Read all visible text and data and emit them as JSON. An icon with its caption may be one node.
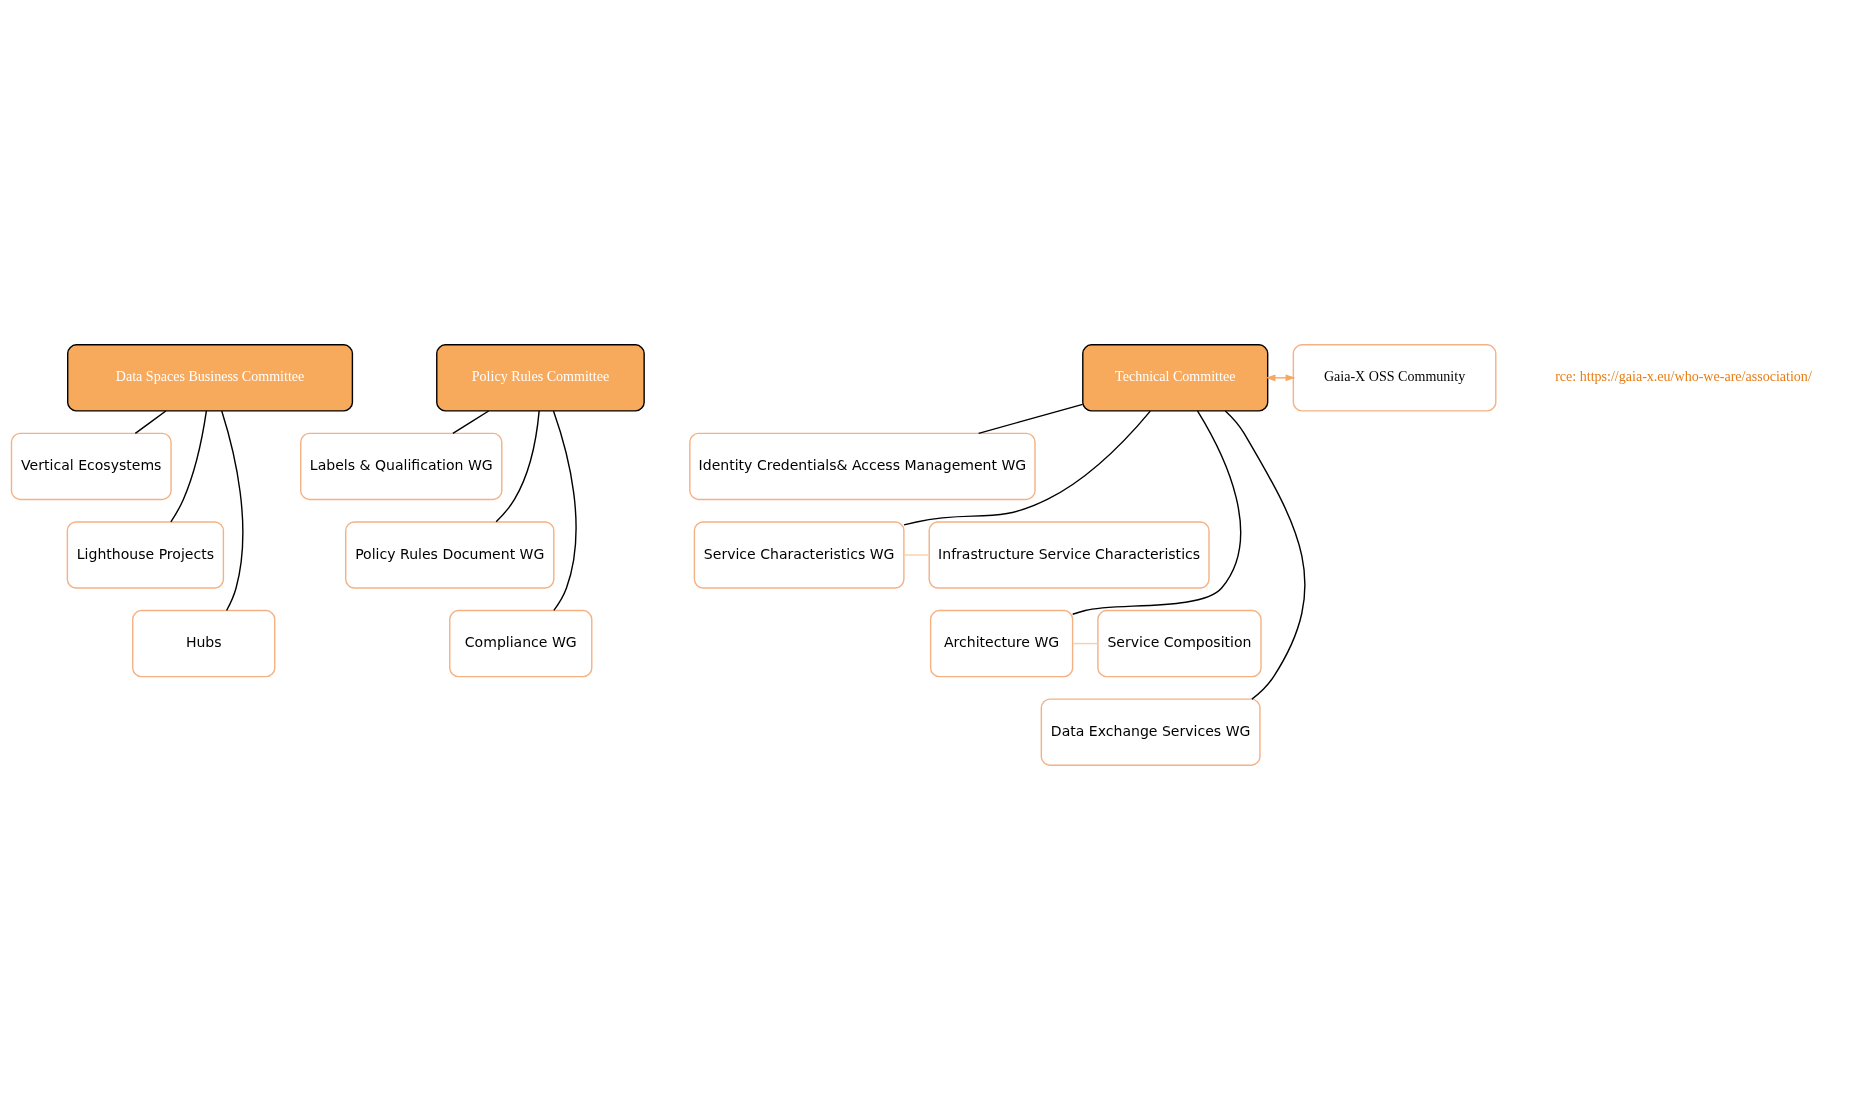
{
  "diagram": {
    "nodes": [
      {
        "text": [
          "Data Spaces Business Committee"
        ]
      },
      {
        "text": [
          "Vertical Ecosystems"
        ]
      },
      {
        "text": [
          "Lighthouse Projects"
        ]
      },
      {
        "text": [
          "Hubs"
        ]
      },
      {
        "text": [
          "Policy Rules Committee"
        ]
      },
      {
        "text": [
          "Labels & Qualification WG"
        ]
      },
      {
        "text": [
          "Policy Rules Document WG"
        ]
      },
      {
        "text": [
          "Compliance WG"
        ]
      },
      {
        "text": [
          "Technical Committee"
        ]
      },
      {
        "text": [
          "Gaia-X OSS Community"
        ]
      },
      {
        "text": [
          "Identity Credentials& Access Management WG"
        ]
      },
      {
        "text": [
          "Service Characteristics WG"
        ]
      },
      {
        "text": [
          "Infrastructure Service Characteristics"
        ]
      },
      {
        "text": [
          "Architecture WG"
        ]
      },
      {
        "text": [
          "Service Composition"
        ]
      },
      {
        "text": [
          "Data Exchange Services WG"
        ]
      }
    ],
    "edges": [
      {
        "from": 0,
        "to": 1,
        "arrow": "none"
      },
      {
        "from": 0,
        "to": 2,
        "arrow": "none"
      },
      {
        "from": 0,
        "to": 3,
        "arrow": "none"
      },
      {
        "from": 4,
        "to": 5,
        "arrow": "none"
      },
      {
        "from": 4,
        "to": 6,
        "arrow": "none"
      },
      {
        "from": 4,
        "to": 7,
        "arrow": "none"
      },
      {
        "from": 8,
        "to": 9,
        "arrow": "both",
        "color": "#f4a960"
      },
      {
        "from": 8,
        "to": 10,
        "arrow": "none"
      },
      {
        "from": 8,
        "to": 11,
        "arrow": "none"
      },
      {
        "from": 8,
        "to": 13,
        "arrow": "none"
      },
      {
        "from": 8,
        "to": 15,
        "arrow": "none"
      },
      {
        "from": 11,
        "to": 12,
        "arrow": "none",
        "color": "#f8cfa8"
      },
      {
        "from": 13,
        "to": 14,
        "arrow": "none",
        "color": "#f8cfa8"
      }
    ],
    "labels": [
      "rce: https://gaia-x.eu/who-we-are/association/"
    ]
  }
}
